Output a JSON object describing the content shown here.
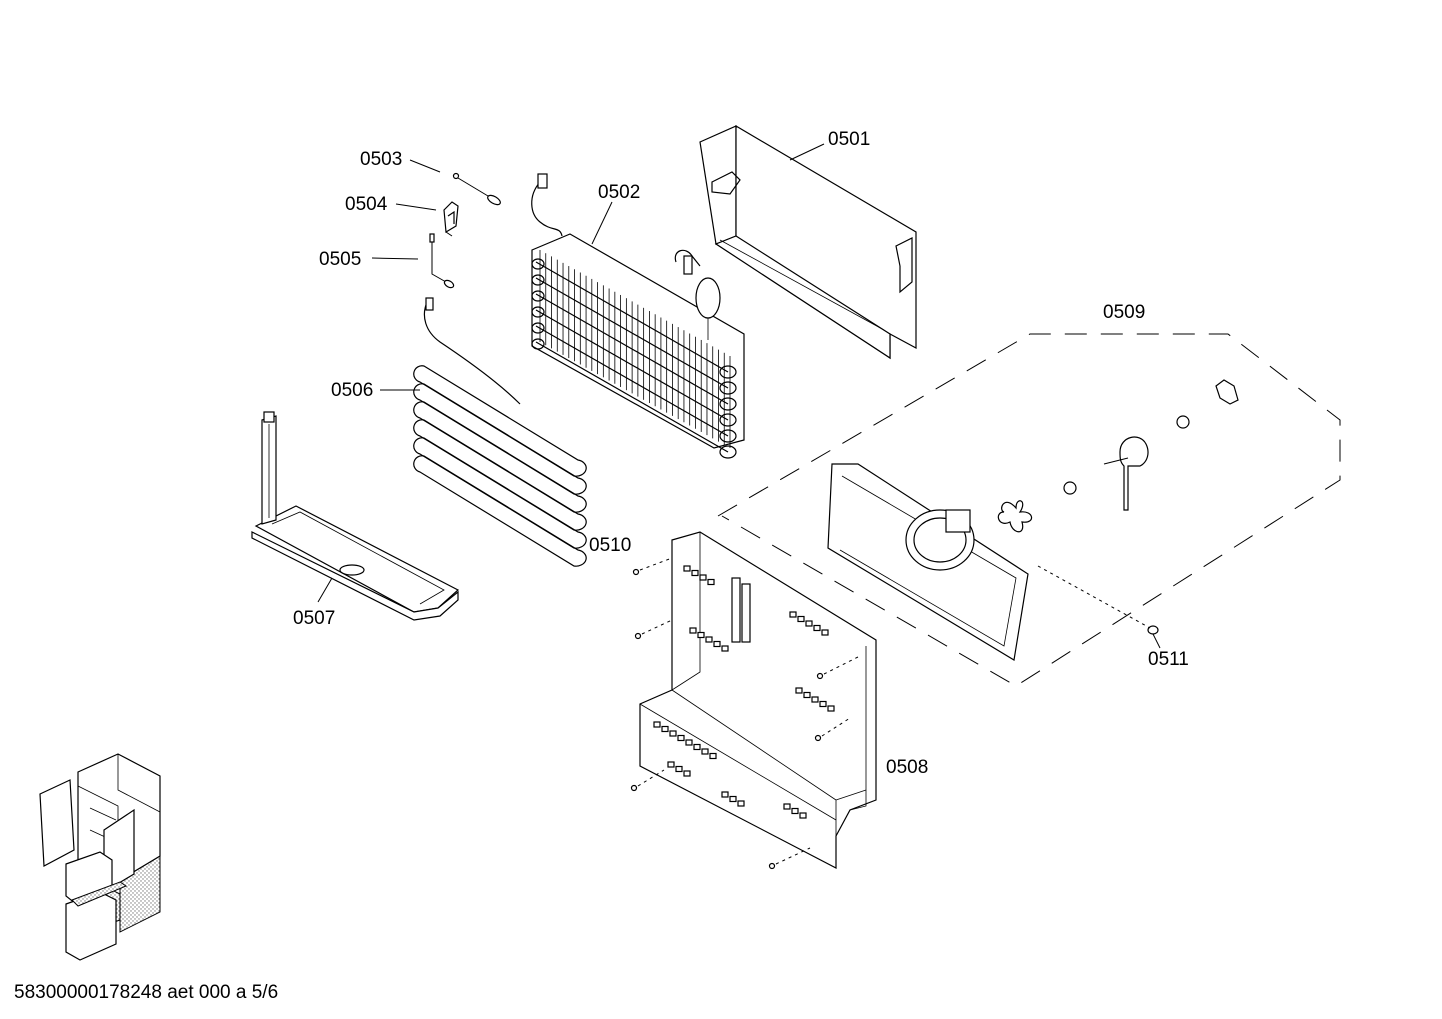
{
  "diagram": {
    "callouts": [
      {
        "id": "0501",
        "label": "0501"
      },
      {
        "id": "0502",
        "label": "0502"
      },
      {
        "id": "0503",
        "label": "0503"
      },
      {
        "id": "0504",
        "label": "0504"
      },
      {
        "id": "0505",
        "label": "0505"
      },
      {
        "id": "0506",
        "label": "0506"
      },
      {
        "id": "0507",
        "label": "0507"
      },
      {
        "id": "0508",
        "label": "0508"
      },
      {
        "id": "0509",
        "label": "0509"
      },
      {
        "id": "0510",
        "label": "0510"
      },
      {
        "id": "0511",
        "label": "0511"
      }
    ],
    "footer": "58300000178248 aet 000 a 5/6"
  }
}
